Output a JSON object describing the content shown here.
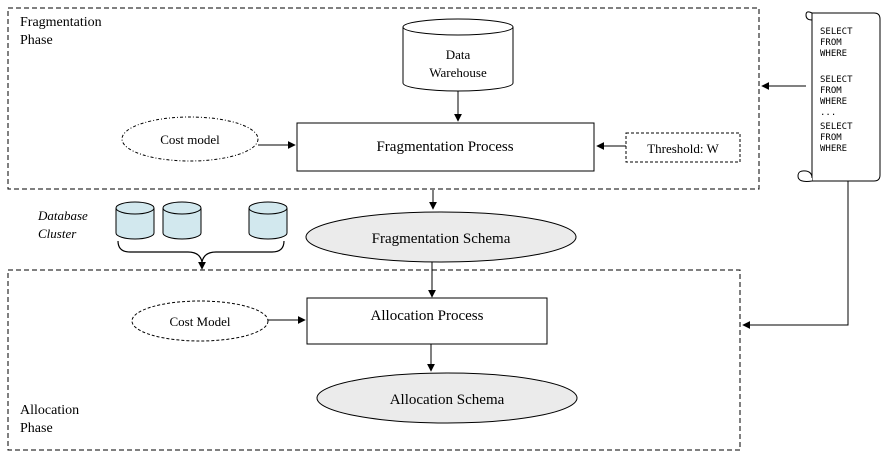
{
  "fragmentation_phase": {
    "label_line1": "Fragmentation",
    "label_line2": "Phase"
  },
  "allocation_phase": {
    "label_line1": "Allocation",
    "label_line2": "Phase"
  },
  "data_warehouse": {
    "line1": "Data",
    "line2": "Warehouse"
  },
  "fragmentation_process": {
    "label": "Fragmentation Process"
  },
  "frag_cost_model": {
    "label": "Cost model"
  },
  "threshold": {
    "label": "Threshold: W"
  },
  "fragmentation_schema": {
    "label": "Fragmentation Schema"
  },
  "database_cluster": {
    "line1": "Database",
    "line2": "Cluster"
  },
  "allocation_process": {
    "label": "Allocation Process"
  },
  "alloc_cost_model": {
    "label": "Cost Model"
  },
  "allocation_schema": {
    "label": "Allocation Schema"
  },
  "queries": {
    "lines": [
      "SELECT",
      "FROM",
      "WHERE",
      "SELECT",
      "FROM",
      "WHERE",
      "...",
      "SELECT",
      "FROM",
      "WHERE"
    ]
  },
  "colors": {
    "schema_fill": "#ebebeb",
    "cylinder_fill": "#d2e8ee",
    "stroke": "#000000"
  }
}
